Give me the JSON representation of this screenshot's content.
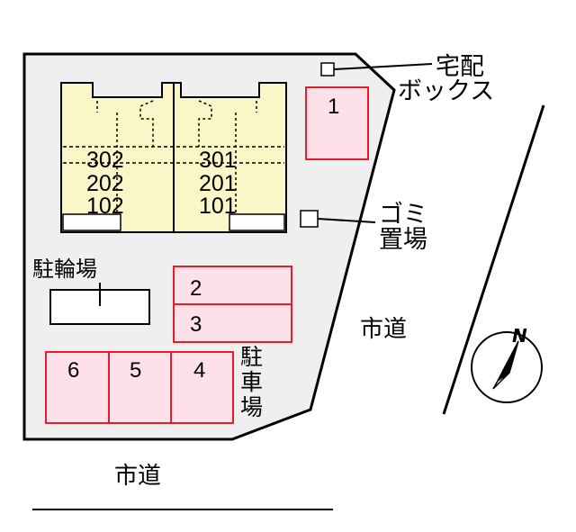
{
  "building": {
    "units_left": [
      "302",
      "202",
      "102"
    ],
    "units_right": [
      "301",
      "201",
      "101"
    ]
  },
  "parking": {
    "spaces": {
      "p1": "1",
      "p2": "2",
      "p3": "3",
      "p4": "4",
      "p5": "5",
      "p6": "6"
    },
    "label": [
      "駐",
      "車",
      "場"
    ]
  },
  "bicycle_parking": {
    "label": "駐輪場"
  },
  "delivery_box": {
    "label": [
      "宅配",
      "ボックス"
    ]
  },
  "garbage": {
    "label": [
      "ゴミ",
      "置場"
    ]
  },
  "roads": {
    "east": "市道",
    "south": "市道"
  },
  "compass": {
    "north": "N"
  },
  "colors": {
    "building_fill": "#fbf6c8",
    "parking_fill": "#fde0e8",
    "parking_border": "#e81c2c",
    "lot_fill": "#efefef"
  }
}
